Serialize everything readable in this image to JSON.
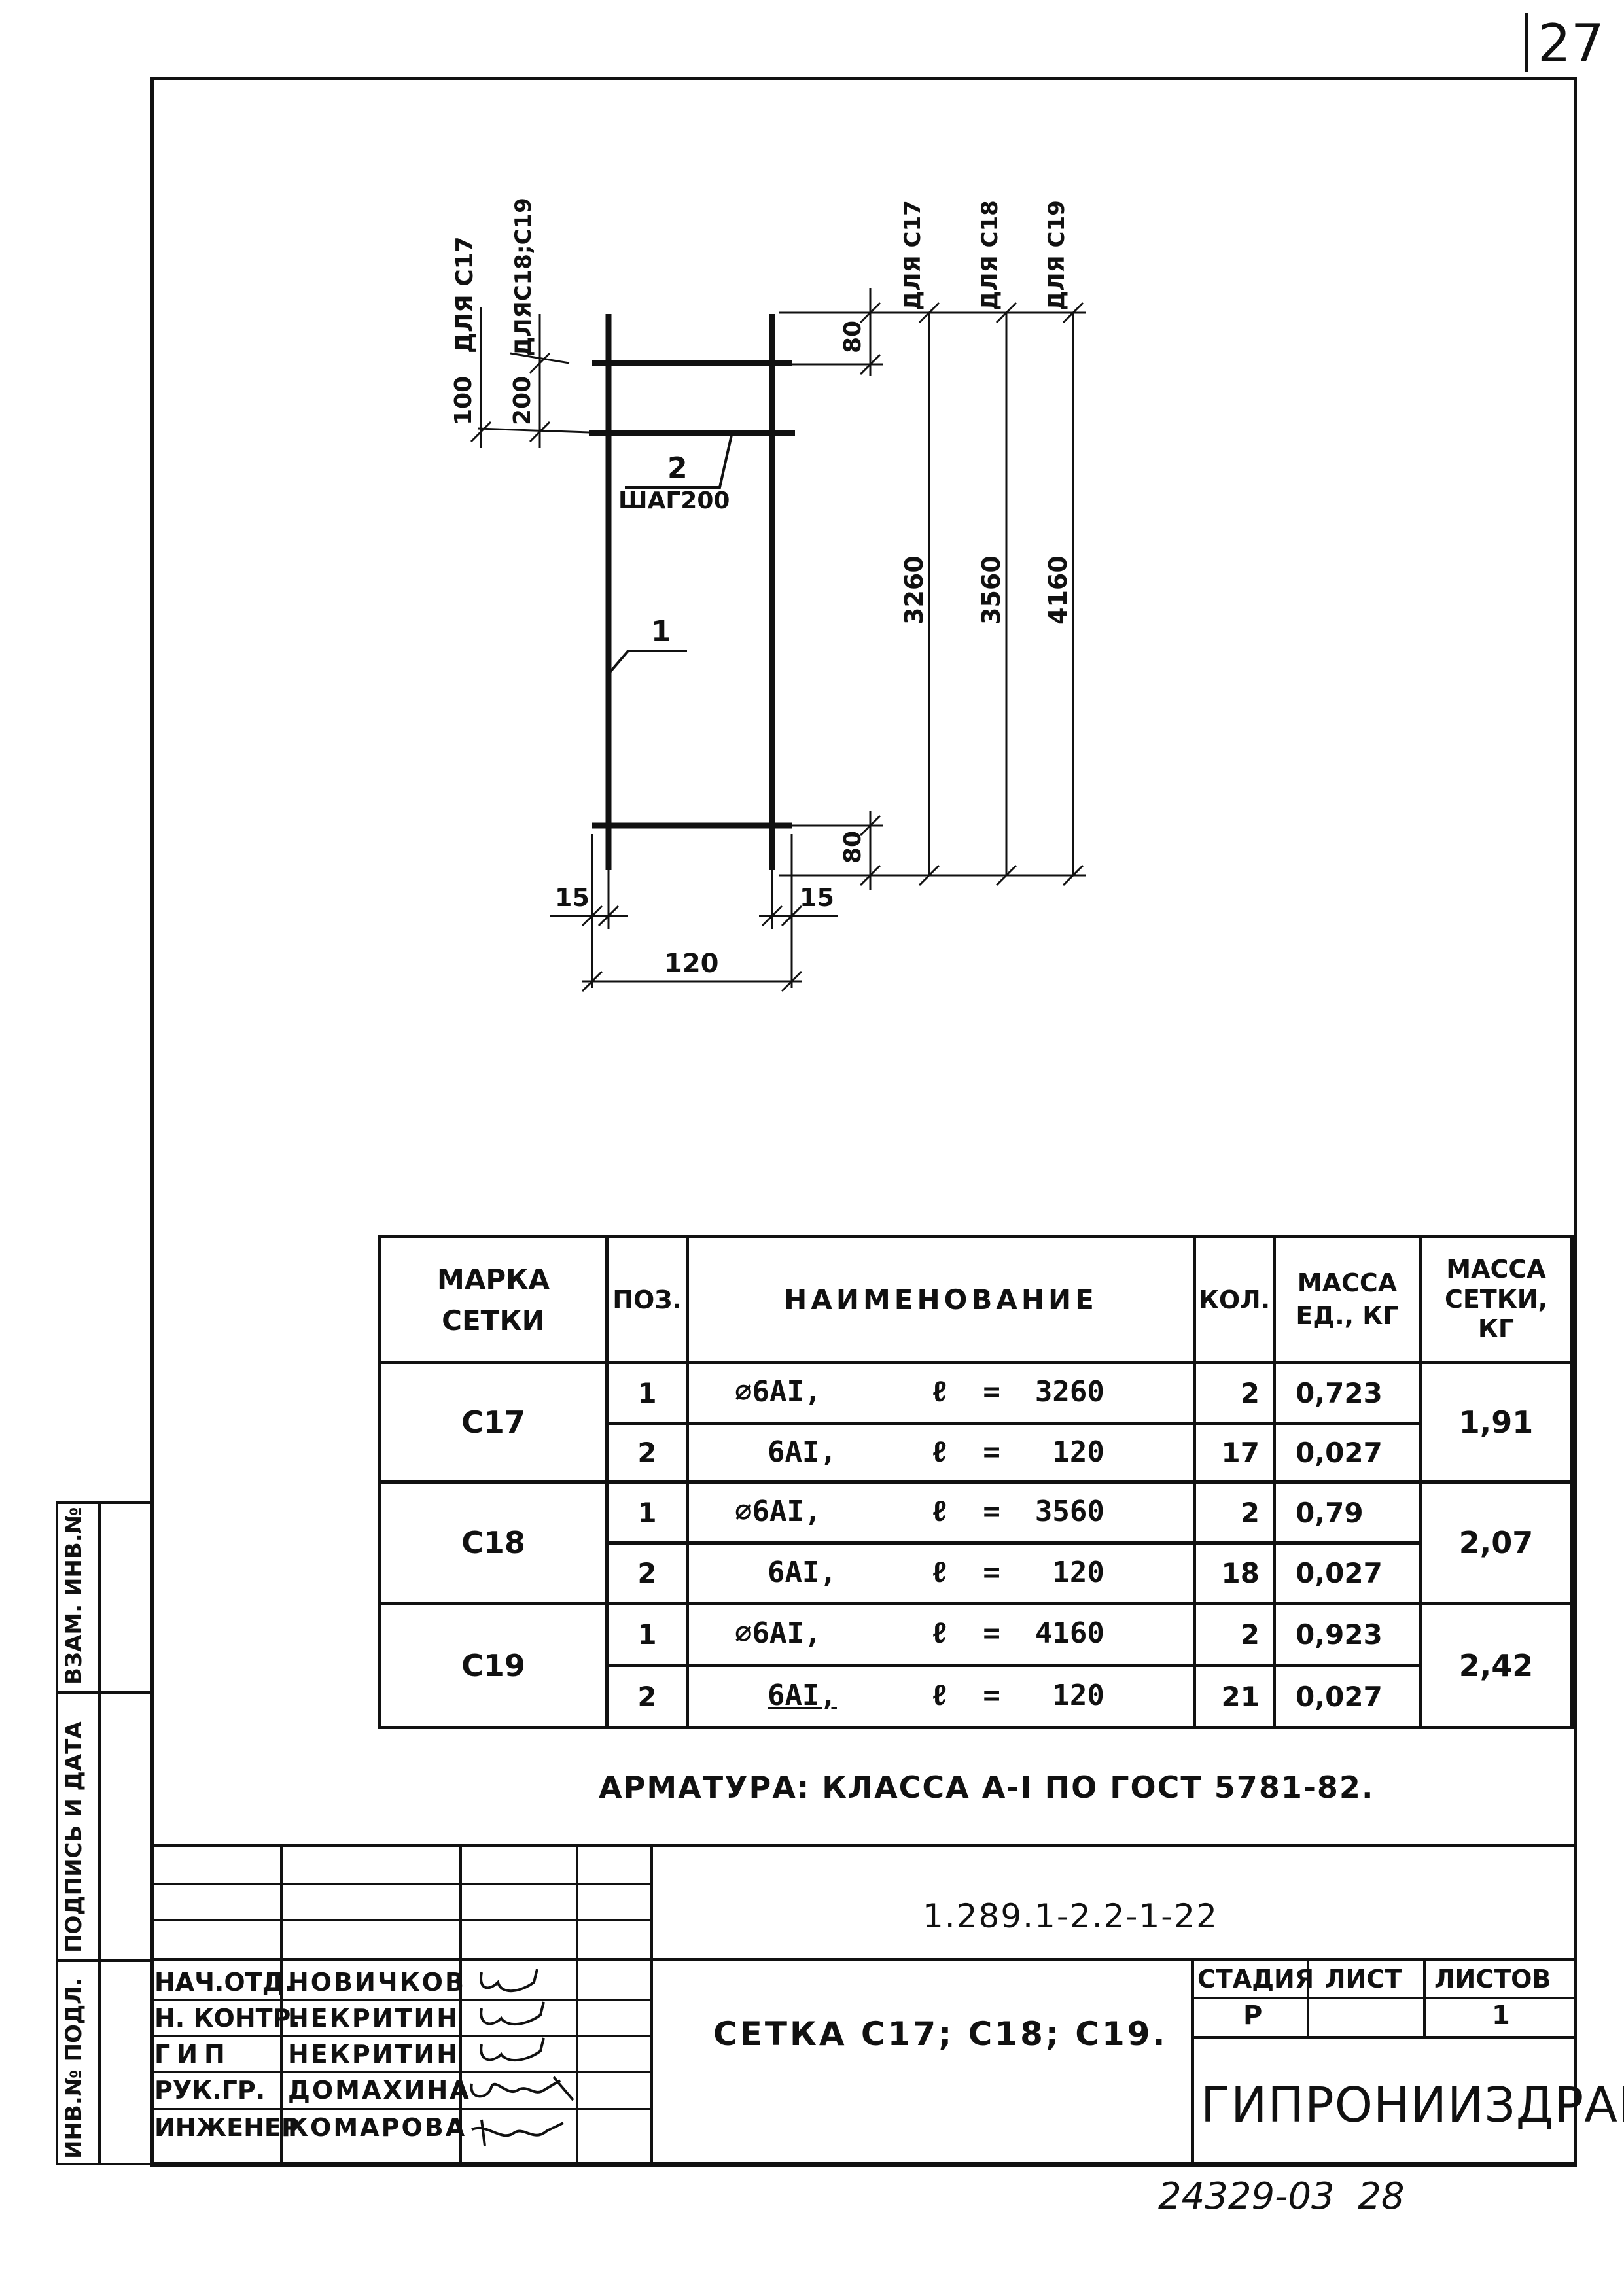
{
  "page_number": "27",
  "drawing": {
    "pos_2_label": "2",
    "pos_2_pitch": "ШАГ200",
    "pos_1_label": "1",
    "dim_top_for_c17": "ДЛЯ С17",
    "dim_top_for_c18_c19": "ДЛЯС18;С19",
    "dim_100": "100",
    "dim_200": "200",
    "dim_80_top": "80",
    "dim_80_bottom": "80",
    "dim_15_left": "15",
    "dim_15_right": "15",
    "dim_120": "120",
    "len_c17_label": "ДЛЯ С17",
    "len_c18_label": "ДЛЯ С18",
    "len_c19_label": "ДЛЯ С19",
    "len_c17": "3260",
    "len_c18": "3560",
    "len_c19": "4160"
  },
  "spec_table": {
    "headers": {
      "mark": "МАРКА СЕТКИ",
      "pos": "ПОЗ.",
      "name": "НАИМЕНОВАНИЕ",
      "qty": "КОЛ.",
      "unit_mass": "МАССА ЕД., КГ",
      "net_mass": "МАССА СЕТКИ, КГ"
    },
    "groups": [
      {
        "mark": "С17",
        "net_mass": "1,91",
        "rows": [
          {
            "pos": "1",
            "bar": "⌀6АI,",
            "l": "ℓ  =  3260",
            "qty": "2",
            "mass": "0,723"
          },
          {
            "pos": "2",
            "bar": "6АI,",
            "l": "ℓ  =   120",
            "qty": "17",
            "mass": "0,027"
          }
        ]
      },
      {
        "mark": "С18",
        "net_mass": "2,07",
        "rows": [
          {
            "pos": "1",
            "bar": "⌀6АI,",
            "l": "ℓ  =  3560",
            "qty": "2",
            "mass": "0,79"
          },
          {
            "pos": "2",
            "bar": "6АI,",
            "l": "ℓ  =   120",
            "qty": "18",
            "mass": "0,027"
          }
        ]
      },
      {
        "mark": "С19",
        "net_mass": "2,42",
        "rows": [
          {
            "pos": "1",
            "bar": "⌀6АI,",
            "l": "ℓ  =  4160",
            "qty": "2",
            "mass": "0,923"
          },
          {
            "pos": "2",
            "bar": "6АI,",
            "l": "ℓ  =   120",
            "qty": "21",
            "mass": "0,027"
          }
        ]
      }
    ]
  },
  "note": "АРМАТУРА: КЛАССА А-I ПО ГОСТ 5781-82.",
  "title_block": {
    "doc_code": "1.289.1-2.2-1-22",
    "title": "СЕТКА С17; С18; С19.",
    "stage_label": "СТАДИЯ",
    "sheet_label": "ЛИСТ",
    "sheets_label": "ЛИСТОВ",
    "stage": "Р",
    "sheet": "",
    "sheets": "1",
    "org": "ГИПРОНИИЗДРАВ",
    "staff": [
      {
        "role": "НАЧ.ОТД.",
        "name": "НОВИЧКОВ"
      },
      {
        "role": "Н. КОНТР.",
        "name": "НЕКРИТИН"
      },
      {
        "role": "ГИП",
        "name": "НЕКРИТИН"
      },
      {
        "role": "РУК.ГР.",
        "name": "ДОМАХИНА"
      },
      {
        "role": "ИНЖЕНЕР",
        "name": "КОМАРОВА"
      }
    ]
  },
  "side_stamp": {
    "inv_orig": "ИНВ.№ ПОДЛ.",
    "sign_date": "ПОДПИСЬ И ДАТА",
    "repl_inv": "ВЗАМ. ИНВ.№"
  },
  "archive_number": "24329-03  28"
}
